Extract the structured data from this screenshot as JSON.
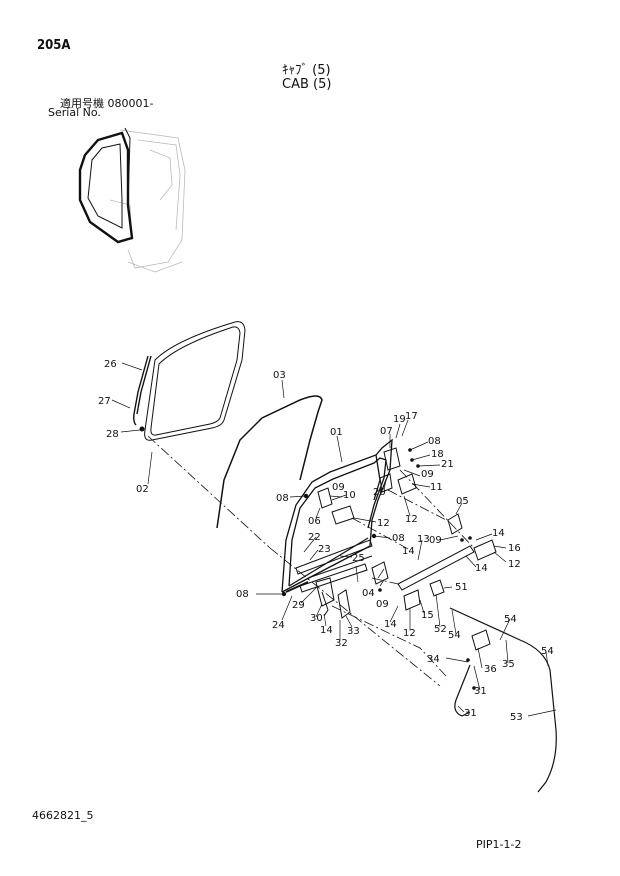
{
  "header": {
    "page_code": "205A",
    "title_jp": "ｷｬﾌﾞ (5)",
    "title_en": "CAB (5)",
    "serial_jp": "適用号機 080001-",
    "serial_en": "Serial No."
  },
  "footer": {
    "doc_number": "4662821_5",
    "page_ref": "PIP1-1-2"
  },
  "callouts": {
    "c26": "26",
    "c27": "27",
    "c28": "28",
    "c02": "02",
    "c03": "03",
    "c01": "01",
    "c19": "19",
    "c17": "17",
    "c07": "07",
    "c08a": "08",
    "c18": "18",
    "c21": "21",
    "c09a": "09",
    "c11": "11",
    "c20": "20",
    "c08b": "08",
    "c09b": "09",
    "c10": "10",
    "c06": "06",
    "c12a": "12",
    "c12b": "12",
    "c05": "05",
    "c08c": "08",
    "c14a": "14",
    "c13": "13",
    "c09c": "09",
    "c16": "16",
    "c14b": "14",
    "c12c": "12",
    "c22": "22",
    "c23": "23",
    "c25": "25",
    "c14c": "14",
    "c04": "04",
    "c09d": "09",
    "c51": "51",
    "c08d": "08",
    "c29": "29",
    "c24": "24",
    "c30": "30",
    "c14d": "14",
    "c33": "33",
    "c32": "32",
    "c14e": "14",
    "c12d": "12",
    "c15": "15",
    "c52": "52",
    "c54a": "54",
    "c54b": "54",
    "c54c": "54",
    "c34": "34",
    "c36": "36",
    "c35": "35",
    "c31a": "31",
    "c31b": "31",
    "c53": "53"
  }
}
